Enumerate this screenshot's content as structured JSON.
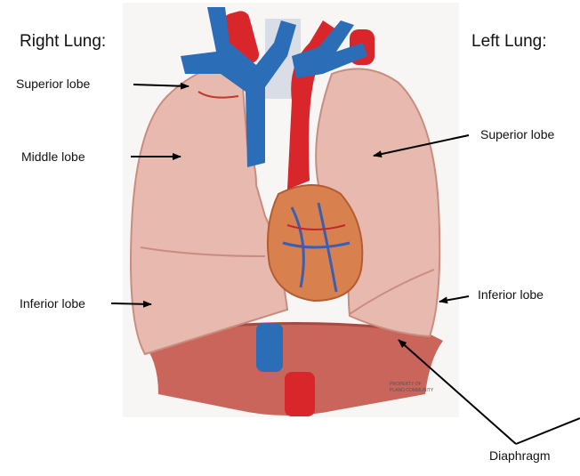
{
  "headings": {
    "right_lung": "Right Lung:",
    "left_lung": "Left Lung:"
  },
  "labels": {
    "right_superior": "Superior lobe",
    "right_middle": "Middle lobe",
    "right_inferior": "Inferior lobe",
    "left_superior": "Superior lobe",
    "left_inferior": "Inferior lobe",
    "diaphragm": "Diaphragm"
  },
  "photo_caption": {
    "line1": "PROPERTY OF",
    "line2": "PLANO COMMUNITY"
  },
  "colors": {
    "lung": "#e8b9ae",
    "lung_edge": "#c98c80",
    "vein": "#2c6db7",
    "artery": "#d8262b",
    "diaphragm": "#c9655a",
    "heart": "#d9804f"
  }
}
